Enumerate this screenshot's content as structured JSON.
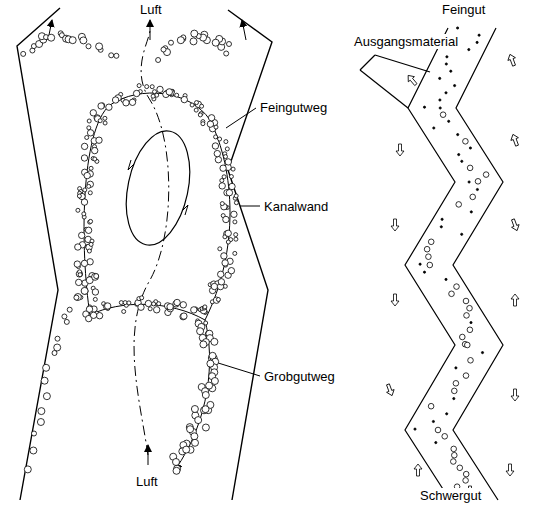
{
  "diagram": {
    "labels": [
      "Luft",
      "Feingutweg",
      "Kanalwand",
      "Grobgutweg",
      "Luft",
      "Feingut",
      "Ausgangsmaterial",
      "Schwergut"
    ]
  }
}
